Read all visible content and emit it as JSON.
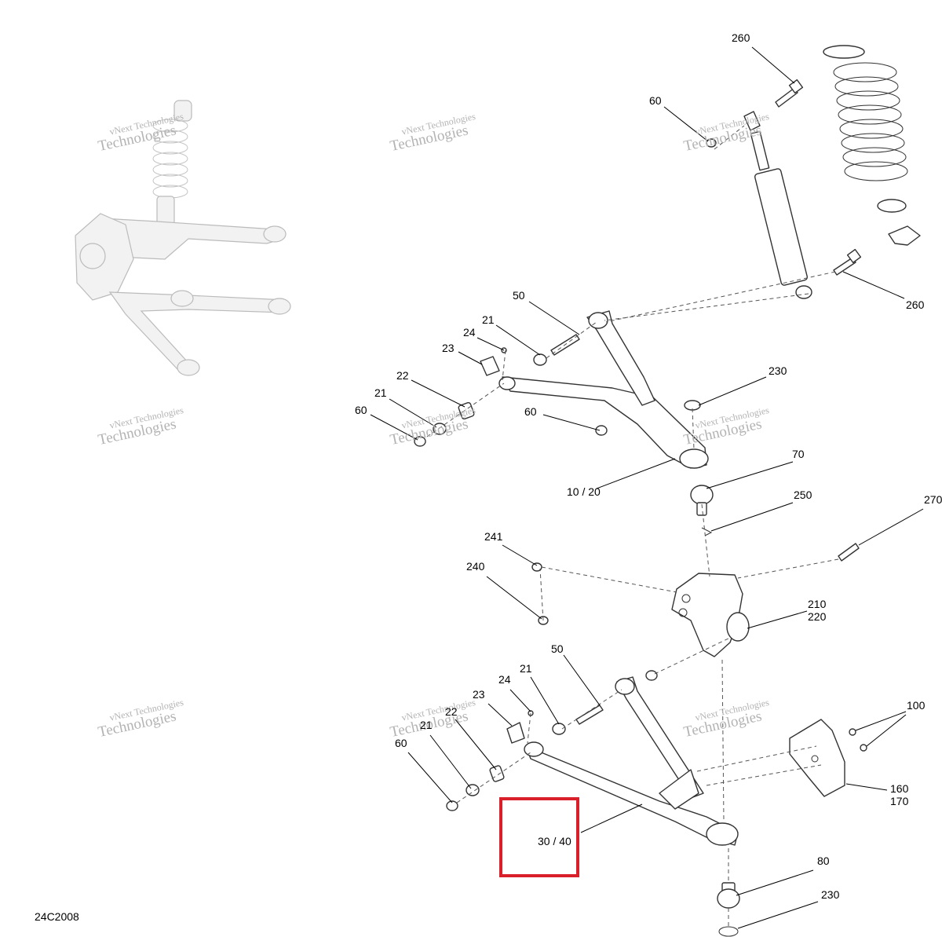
{
  "diagram": {
    "figure_code": "24C2008",
    "watermark": [
      "vNext Technologies",
      "Technologies"
    ],
    "highlight_color": "#d9202a",
    "callouts": [
      {
        "id": "c260a",
        "text": "260"
      },
      {
        "id": "c60a",
        "text": "60"
      },
      {
        "id": "c260b",
        "text": "260"
      },
      {
        "id": "c50a",
        "text": "50"
      },
      {
        "id": "c21a",
        "text": "21"
      },
      {
        "id": "c24a",
        "text": "24"
      },
      {
        "id": "c23a",
        "text": "23"
      },
      {
        "id": "c22a",
        "text": "22"
      },
      {
        "id": "c21b",
        "text": "21"
      },
      {
        "id": "c60b",
        "text": "60"
      },
      {
        "id": "c60c",
        "text": "60"
      },
      {
        "id": "c230a",
        "text": "230"
      },
      {
        "id": "c70",
        "text": "70"
      },
      {
        "id": "c1020",
        "text": "10 / 20"
      },
      {
        "id": "c250",
        "text": "250"
      },
      {
        "id": "c270",
        "text": "270"
      },
      {
        "id": "c241",
        "text": "241"
      },
      {
        "id": "c240",
        "text": "240"
      },
      {
        "id": "c210",
        "text": "210\n220"
      },
      {
        "id": "c50b",
        "text": "50"
      },
      {
        "id": "c21c",
        "text": "21"
      },
      {
        "id": "c24b",
        "text": "24"
      },
      {
        "id": "c23b",
        "text": "23"
      },
      {
        "id": "c22b",
        "text": "22"
      },
      {
        "id": "c21d",
        "text": "21"
      },
      {
        "id": "c60d",
        "text": "60"
      },
      {
        "id": "c100",
        "text": "100"
      },
      {
        "id": "c160",
        "text": "160\n170"
      },
      {
        "id": "c3040",
        "text": "30 / 40"
      },
      {
        "id": "c80",
        "text": "80"
      },
      {
        "id": "c230b",
        "text": "230"
      }
    ]
  }
}
